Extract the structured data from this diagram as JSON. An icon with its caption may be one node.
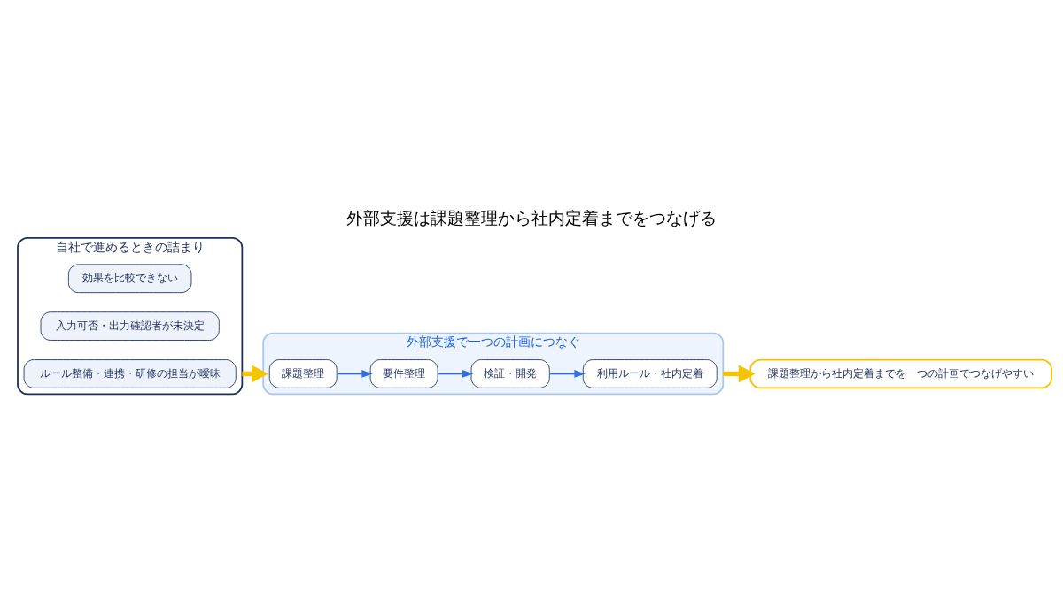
{
  "diagram": {
    "title": "外部支援は課題整理から社内定着までをつなげる",
    "nodes": [
      {
        "text": [
          "自社で進めるときの詰まり"
        ]
      },
      {
        "text": [
          "効果を比較できない"
        ],
        "in": 0
      },
      {
        "text": [
          "入力可否・出力確認者が未決定"
        ],
        "in": 0
      },
      {
        "text": [
          "ルール整備・連携・研修の担当が曖昧"
        ],
        "in": 0
      },
      {
        "text": [
          "外部支援で一つの計画につなぐ"
        ]
      },
      {
        "text": [
          "課題整理"
        ],
        "in": 4
      },
      {
        "text": [
          "要件整理"
        ],
        "in": 4
      },
      {
        "text": [
          "検証・開発"
        ],
        "in": 4
      },
      {
        "text": [
          "利用ルール・社内定着"
        ],
        "in": 4
      },
      {
        "text": [
          "課題整理から社内定着までを一つの計画でつなげやすい"
        ]
      }
    ],
    "edges": [
      {
        "from": 0,
        "to": 4,
        "arrow": "to",
        "style": "thick",
        "color": "#f5c400"
      },
      {
        "from": 5,
        "to": 6,
        "arrow": "to"
      },
      {
        "from": 6,
        "to": 7,
        "arrow": "to"
      },
      {
        "from": 7,
        "to": 8,
        "arrow": "to"
      },
      {
        "from": 4,
        "to": 9,
        "arrow": "to",
        "style": "thick",
        "color": "#f5c400"
      }
    ]
  }
}
